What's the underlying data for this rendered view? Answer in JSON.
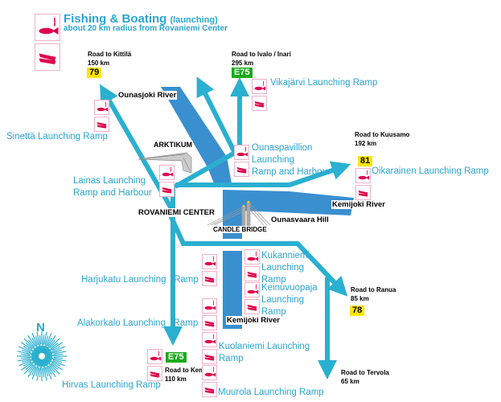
{
  "header": {
    "title": "Fishing & Boating",
    "title_suffix": "(launching)",
    "subtitle": "about 20 km radius from Rovaniemi Center"
  },
  "legend": {
    "icons": [
      "fishing-icon",
      "boating-icon"
    ]
  },
  "colors": {
    "road": "#2ab0d0",
    "river": "#3a8fcf",
    "ramp_text": "#2aa6cf",
    "icon": "#e0004a",
    "sign_yellow": "#ffe600",
    "sign_green": "#1aaa1a"
  },
  "roads": [
    {
      "label": "Road to Kittilä",
      "distance": "150 km",
      "sign": "79"
    },
    {
      "label": "Road to Ivalo / Inari",
      "distance": "295 km",
      "sign": "E75"
    },
    {
      "label": "Road to Kuusamo",
      "distance": "192 km",
      "sign": "81"
    },
    {
      "label": "Road to Ranua",
      "distance": "85 km",
      "sign": "78"
    },
    {
      "label": "Road to Kemi",
      "distance": "110 km",
      "sign": "E75"
    },
    {
      "label": "Road to Tervola",
      "distance": "65 km"
    }
  ],
  "places": {
    "ounasjoki": "Ounasjoki River",
    "arktikum": "ARKTIKUM",
    "center": "ROVANIEMI CENTER",
    "bridge": "CANDLE BRIDGE",
    "hill": "Ounasvaara Hill",
    "kemijoki1": "Kemijoki River",
    "kemijoki2": "Kemijoki River"
  },
  "ramps": {
    "vikajarvi": [
      "Vikajärvi Launching Ramp"
    ],
    "sinetta": [
      "Sinettä Launching Ramp"
    ],
    "ounaspavillion": [
      "Ounaspavillion",
      "Launching",
      "Ramp and Harbour"
    ],
    "lainas": [
      "Lainas Launching",
      "Ramp and Harbour"
    ],
    "oikarainen": [
      "Oikarainen Launching Ramp"
    ],
    "kukanniemi": [
      "Kukanniemi",
      "Launching",
      "Ramp"
    ],
    "keinuvuopaja": [
      "Keinuvuopaja",
      "Launching",
      "Ramp"
    ],
    "harjukatu": [
      "Harjukatu Launching   Ramp"
    ],
    "alakorkalo": [
      "Alakorkalo Launching   Ramp"
    ],
    "kuolaniemi": [
      "Kuolaniemi Launching",
      "Ramp"
    ],
    "hirvas": [
      "Hirvas Launching Ramp"
    ],
    "muurola": [
      "Muurola Launching Ramp"
    ]
  },
  "compass": {
    "label": "N"
  }
}
